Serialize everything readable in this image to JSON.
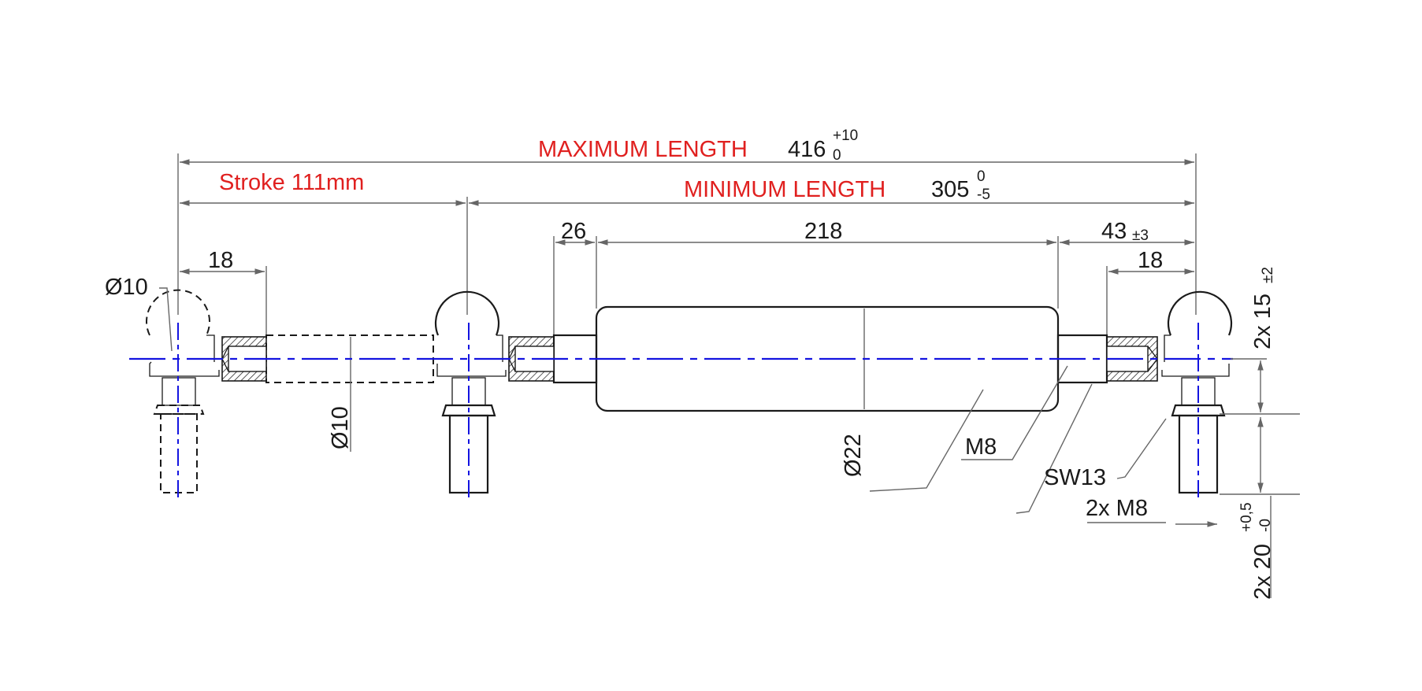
{
  "drawing": {
    "max_length": {
      "label": "MAXIMUM LENGTH",
      "value": "416",
      "tol_upper": "+10",
      "tol_lower": "0"
    },
    "min_length": {
      "label": "MINIMUM LENGTH",
      "value": "305",
      "tol_upper": "0",
      "tol_lower": "-5"
    },
    "stroke_label": "Stroke 111mm",
    "dims": {
      "left_fitting": "18",
      "cylinder_offset": "26",
      "cylinder_length": "218",
      "right_end": "43",
      "right_end_tol": "±3",
      "right_fitting": "18",
      "ball_diameter": "Ø10",
      "rod_diameter": "Ø10",
      "cylinder_diameter": "Ø22"
    },
    "callouts": {
      "thread": "M8",
      "wrench": "SW13",
      "stud_thread": "2x M8"
    },
    "side_dims": {
      "height_15": "2x 15",
      "height_15_tol": "±2",
      "height_20": "2x 20",
      "height_20_tol_upper": "+0,5",
      "height_20_tol_lower": "-0"
    },
    "colors": {
      "highlight": "#e0201f",
      "axis": "#1414e0",
      "line": "#1a1a1a",
      "dimension": "#666666"
    }
  }
}
